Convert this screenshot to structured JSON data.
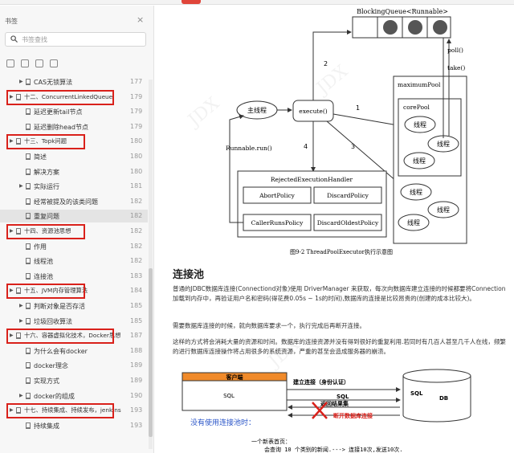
{
  "sidebar": {
    "title": "书签",
    "close_glyph": "×",
    "search_placeholder": "书签查找",
    "items": [
      {
        "label": "CAS无锁算法",
        "page": "177",
        "level": 2,
        "arrow": true
      },
      {
        "label": "十二、ConcurrentLinkedQueue",
        "page": "179",
        "level": 1,
        "arrow": true
      },
      {
        "label": "延迟更新tail节点",
        "page": "179",
        "level": 2,
        "arrow": false
      },
      {
        "label": "延迟删除head节点",
        "page": "179",
        "level": 2,
        "arrow": false
      },
      {
        "label": "十三、Topk问题",
        "page": "180",
        "level": 1,
        "arrow": true
      },
      {
        "label": "简述",
        "page": "180",
        "level": 2,
        "arrow": false
      },
      {
        "label": "解决方案",
        "page": "180",
        "level": 2,
        "arrow": false
      },
      {
        "label": "实际运行",
        "page": "181",
        "level": 2,
        "arrow": true
      },
      {
        "label": "经常被提及的该类问题",
        "page": "182",
        "level": 2,
        "arrow": false
      },
      {
        "label": "重复问题",
        "page": "182",
        "level": 2,
        "arrow": false,
        "selected": true
      },
      {
        "label": "十四、资源池思想",
        "page": "182",
        "level": 1,
        "arrow": true
      },
      {
        "label": "作用",
        "page": "182",
        "level": 2,
        "arrow": false
      },
      {
        "label": "线程池",
        "page": "182",
        "level": 2,
        "arrow": false
      },
      {
        "label": "连接池",
        "page": "183",
        "level": 2,
        "arrow": false
      },
      {
        "label": "十五、JVM内存管理算法",
        "page": "184",
        "level": 1,
        "arrow": true
      },
      {
        "label": "判断对象是否存活",
        "page": "185",
        "level": 2,
        "arrow": true
      },
      {
        "label": "垃圾回收算法",
        "page": "185",
        "level": 2,
        "arrow": true
      },
      {
        "label": "十六、容器虚拟化技术，Docker思想",
        "page": "187",
        "level": 1,
        "arrow": true
      },
      {
        "label": "为什么会有docker",
        "page": "188",
        "level": 2,
        "arrow": false
      },
      {
        "label": "docker理念",
        "page": "189",
        "level": 2,
        "arrow": false
      },
      {
        "label": "实现方式",
        "page": "189",
        "level": 2,
        "arrow": false
      },
      {
        "label": "docker的组成",
        "page": "190",
        "level": 2,
        "arrow": true
      },
      {
        "label": "十七、持续集成、持续发布，jenkins",
        "page": "193",
        "level": 1,
        "arrow": true
      },
      {
        "label": "持续集成",
        "page": "193",
        "level": 2,
        "arrow": false
      }
    ]
  },
  "diagram": {
    "queue_label": "BlockingQueue<Runnable>",
    "main_thread": "主线程",
    "execute": "execute()",
    "runnable_run": "Runnable.run()",
    "poll": "poll()",
    "take": "take()",
    "max_pool": "maximumPool",
    "core_pool": "corePool",
    "thread": "线程",
    "n1": "1",
    "n2": "2",
    "n3": "3",
    "n4": "4",
    "handler": "RejectedExecutionHandler",
    "abort": "AbortPolicy",
    "discard": "DiscardPolicy",
    "caller": "CallerRunsPolicy",
    "discard_oldest": "DiscardOldestPolicy",
    "caption": "图9-2   ThreadPoolExecutor执行示意图"
  },
  "content": {
    "section_title": "连接池",
    "para1": "普通的JDBC数据库连接(Connectiond对象)使用 DriverManager 来获取，每次向数据库建立连接的时候都要将Connection 加载到内存中，再验证用户名和密码(得花费0.05s ~ 1s的时间),数据库的连接是比较昂贵的(创建的成本比较大)。",
    "para2": "需要数据库连接的时候，就向数据库要求一个，执行完成后再断开连接。",
    "para3": "这样的方式将会消耗大量的资源和时间。数据库的连接资源并没有得到很好的重复利用.若同时有几百人甚至几千人在线，频繁的进行数据库连接操作将占用很多的系统资源，严重的甚至会造成服务器的崩溃。"
  },
  "figure2": {
    "client": "客户端",
    "sql": "SQL",
    "connect": "建立连接（身份认证）",
    "sql2": "SQL",
    "result": "返回结果集",
    "close": "断开数据库连接",
    "no_pool": "没有使用连接池时：",
    "db_sql": "SQL",
    "db": "DB",
    "note1": "一个新表首页：",
    "note2": "会查询 10 个类别的新闻.---> 连接10次,发送10次."
  },
  "colors": {
    "highlight_box": "#d9211b",
    "client_header": "#f08a2a",
    "blue_text": "#2a55c8",
    "red_text": "#d9211b"
  }
}
